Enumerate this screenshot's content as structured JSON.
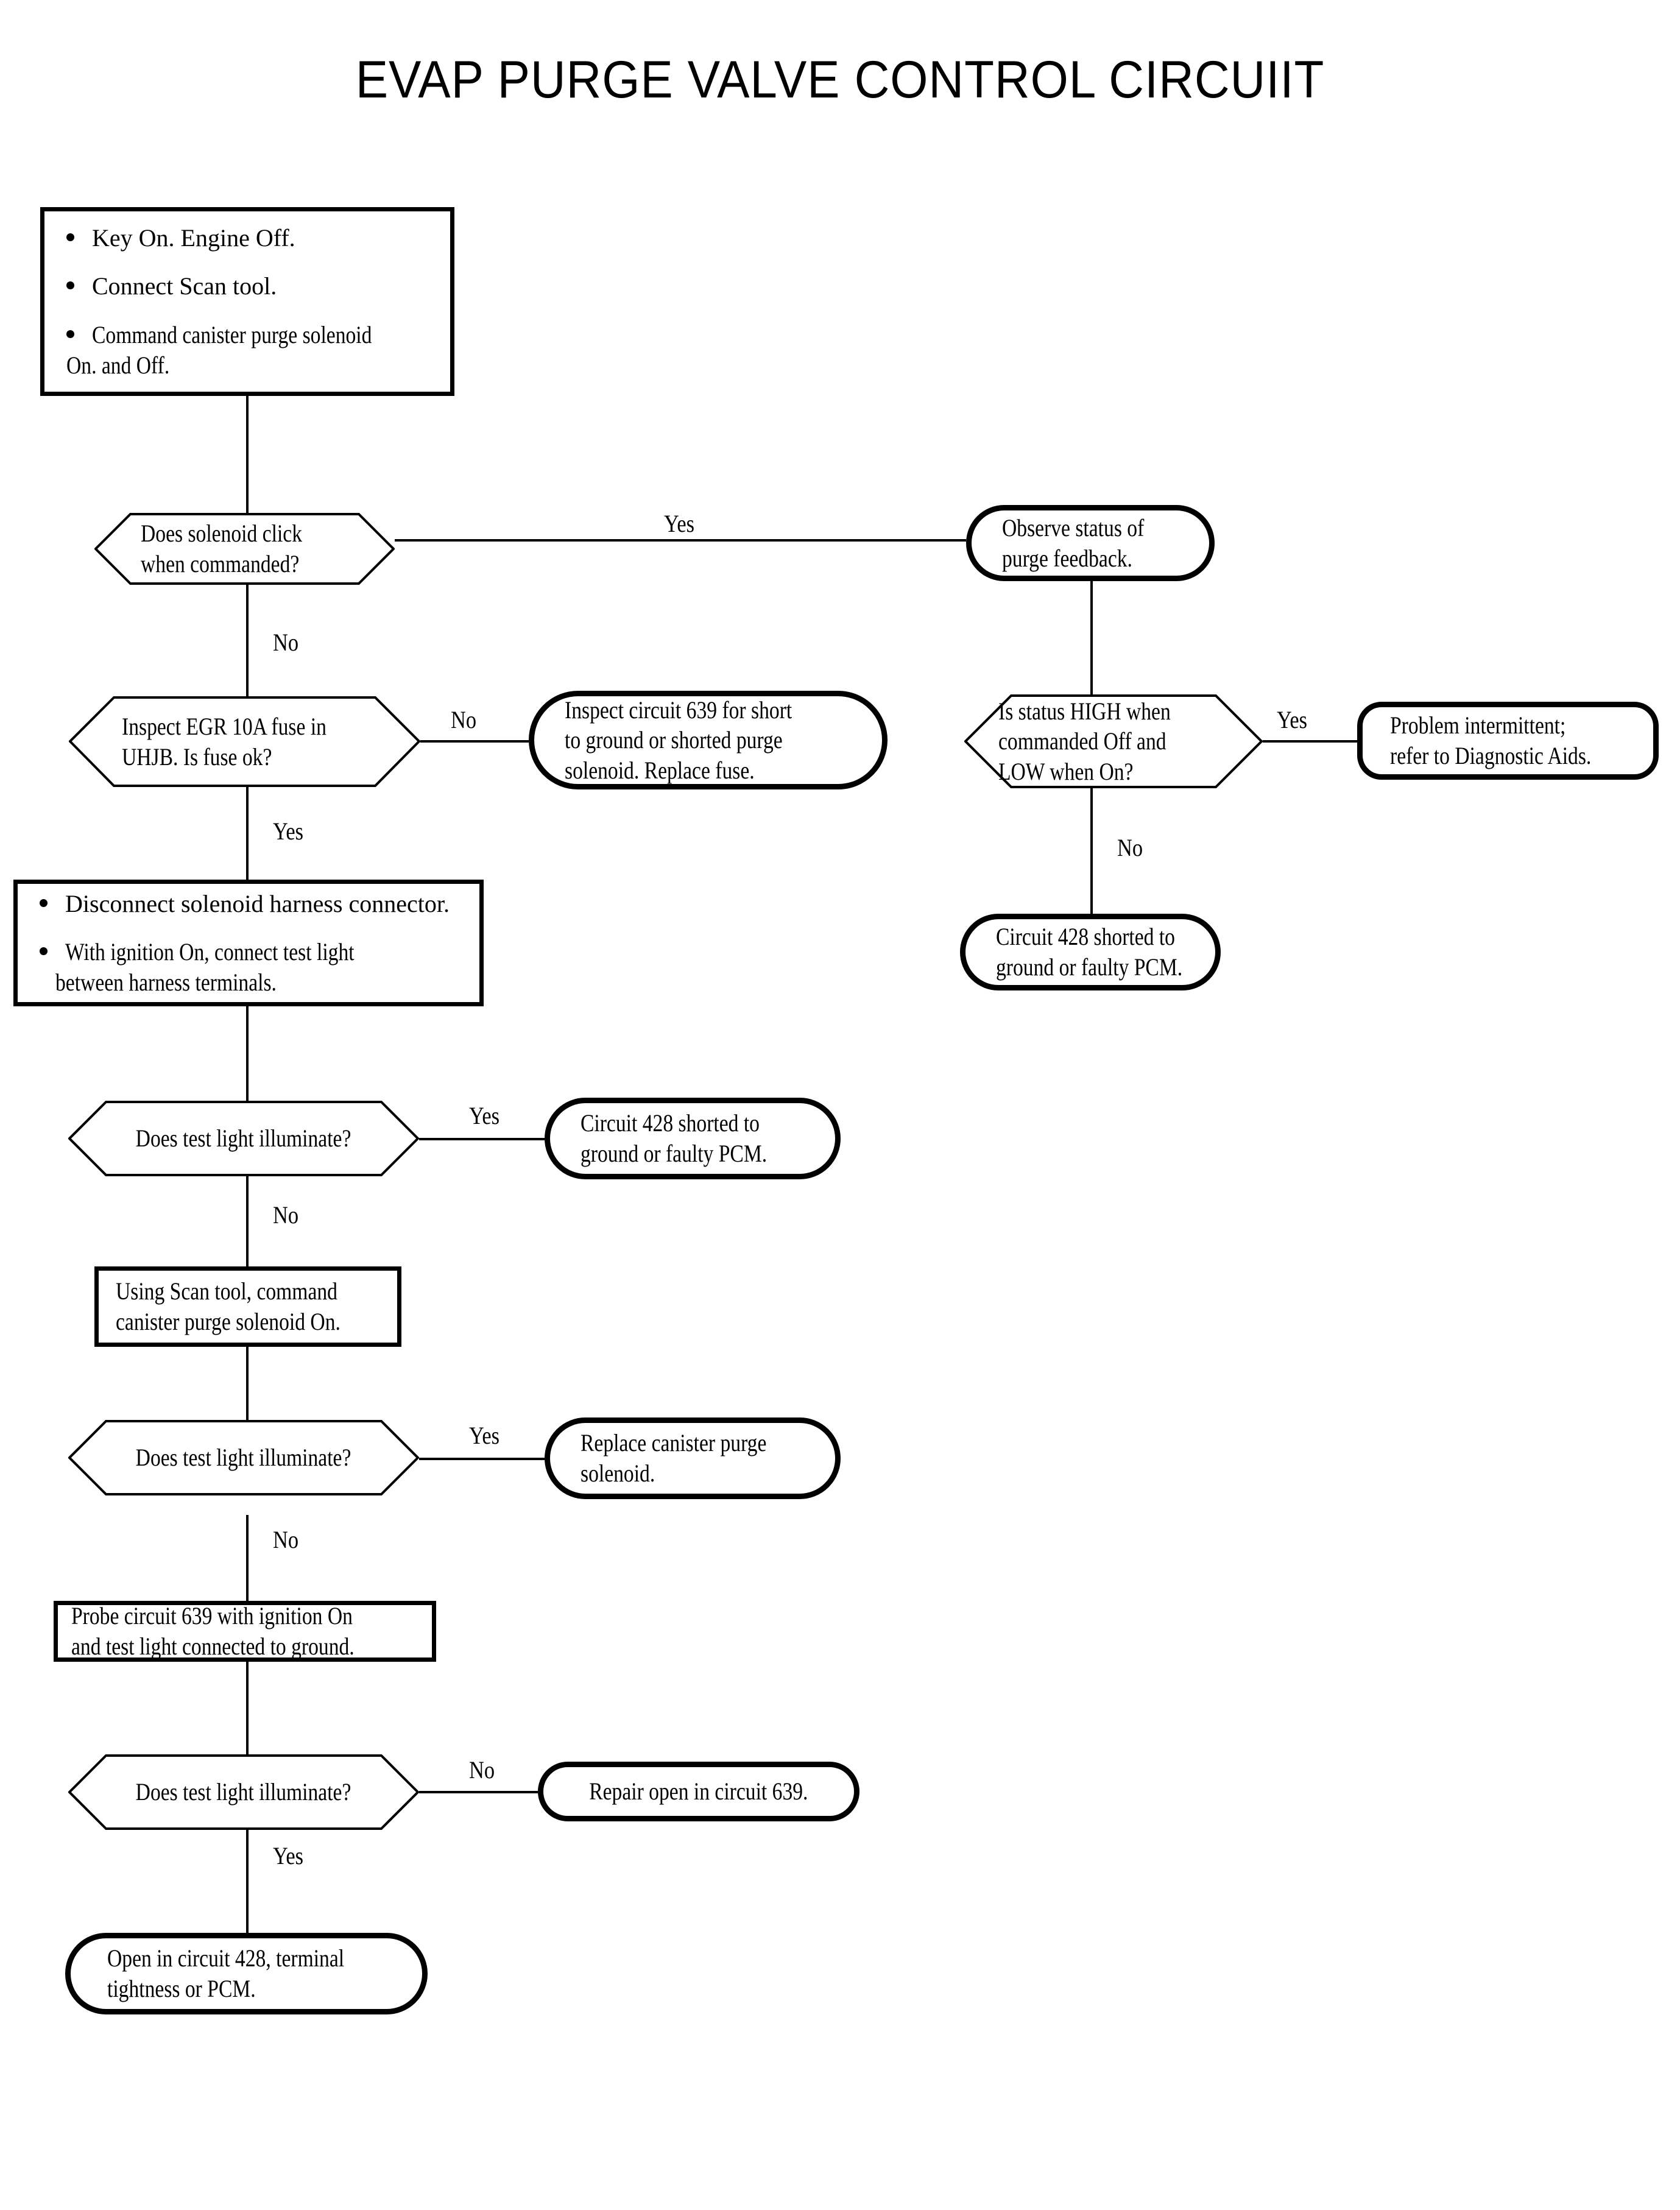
{
  "chart_data": {
    "type": "flowchart",
    "title": "EVAP PURGE VALVE CONTROL CIRCUIIT",
    "orientation": "top-down with right branches",
    "node_shapes": {
      "process": "rectangle",
      "decision": "hexagon",
      "terminal": "rounded-rectangle"
    },
    "nodes": [
      {
        "id": "n1",
        "shape": "process",
        "lines": [
          "Key On. Engine Off.",
          "Connect Scan tool.",
          "Command canister purge solenoid On. and Off."
        ]
      },
      {
        "id": "n2",
        "shape": "decision",
        "lines": [
          "Does solenoid click",
          "when commanded?"
        ]
      },
      {
        "id": "n3",
        "shape": "terminal",
        "lines": [
          "Observe status of",
          "purge feedback."
        ]
      },
      {
        "id": "n4",
        "shape": "decision",
        "lines": [
          "Inspect EGR 10A fuse in",
          "UHJB. Is fuse ok?"
        ]
      },
      {
        "id": "n5",
        "shape": "terminal",
        "lines": [
          "Inspect circuit 639 for short",
          "to ground or shorted purge",
          "solenoid. Replace fuse."
        ]
      },
      {
        "id": "n6",
        "shape": "decision",
        "lines": [
          "Is status HIGH when",
          "commanded Off and",
          "LOW when On?"
        ]
      },
      {
        "id": "n7",
        "shape": "terminal",
        "lines": [
          "Problem intermittent;",
          "refer to Diagnostic Aids."
        ]
      },
      {
        "id": "n8",
        "shape": "terminal",
        "lines": [
          "Circuit 428 shorted to",
          "ground or faulty PCM."
        ]
      },
      {
        "id": "n9",
        "shape": "process",
        "lines": [
          "Disconnect solenoid harness connector.",
          "With ignition On, connect test light between harness terminals."
        ]
      },
      {
        "id": "n10",
        "shape": "decision",
        "lines": [
          "Does test light illuminate?"
        ]
      },
      {
        "id": "n11",
        "shape": "terminal",
        "lines": [
          "Circuit 428 shorted to",
          "ground or faulty PCM."
        ]
      },
      {
        "id": "n12",
        "shape": "process",
        "lines": [
          "Using Scan tool, command",
          "canister purge solenoid On."
        ]
      },
      {
        "id": "n13",
        "shape": "decision",
        "lines": [
          "Does test light illuminate?"
        ]
      },
      {
        "id": "n14",
        "shape": "terminal",
        "lines": [
          "Replace canister purge",
          "solenoid."
        ]
      },
      {
        "id": "n15",
        "shape": "process",
        "lines": [
          "Probe circuit 639 with ignition On",
          "and test light connected to ground."
        ]
      },
      {
        "id": "n16",
        "shape": "decision",
        "lines": [
          "Does test light illuminate?"
        ]
      },
      {
        "id": "n17",
        "shape": "terminal",
        "lines": [
          "Repair open in circuit 639."
        ]
      },
      {
        "id": "n18",
        "shape": "terminal",
        "lines": [
          "Open in circuit 428, terminal",
          "tightness or PCM."
        ]
      }
    ],
    "edges": [
      {
        "from": "n1",
        "to": "n2",
        "label": ""
      },
      {
        "from": "n2",
        "to": "n3",
        "label": "Yes"
      },
      {
        "from": "n2",
        "to": "n4",
        "label": "No"
      },
      {
        "from": "n4",
        "to": "n5",
        "label": "No"
      },
      {
        "from": "n4",
        "to": "n9",
        "label": "Yes"
      },
      {
        "from": "n3",
        "to": "n6",
        "label": ""
      },
      {
        "from": "n6",
        "to": "n7",
        "label": "Yes"
      },
      {
        "from": "n6",
        "to": "n8",
        "label": "No"
      },
      {
        "from": "n9",
        "to": "n10",
        "label": ""
      },
      {
        "from": "n10",
        "to": "n11",
        "label": "Yes"
      },
      {
        "from": "n10",
        "to": "n12",
        "label": "No"
      },
      {
        "from": "n12",
        "to": "n13",
        "label": ""
      },
      {
        "from": "n13",
        "to": "n14",
        "label": "Yes"
      },
      {
        "from": "n13",
        "to": "n15",
        "label": "No"
      },
      {
        "from": "n15",
        "to": "n16",
        "label": ""
      },
      {
        "from": "n16",
        "to": "n17",
        "label": "No"
      },
      {
        "from": "n16",
        "to": "n18",
        "label": "Yes"
      }
    ],
    "colors": {
      "stroke": "#000000",
      "background": "#ffffff",
      "text": "#000000"
    }
  },
  "page": {
    "title": "EVAP PURGE VALVE CONTROL CIRCUIIT"
  },
  "n1": {
    "b1": "Key On. Engine Off.",
    "b2": "Connect Scan tool.",
    "b3a": "Command canister purge solenoid",
    "b3b": "On. and Off."
  },
  "n2": {
    "l1": "Does solenoid click",
    "l2": "when commanded?"
  },
  "n3": {
    "l1": "Observe status of",
    "l2": "purge feedback."
  },
  "n4": {
    "l1": "Inspect EGR 10A fuse in",
    "l2": "UHJB. Is fuse ok?"
  },
  "n5": {
    "l1": "Inspect circuit 639 for short",
    "l2": "to ground or shorted purge",
    "l3": "solenoid. Replace fuse."
  },
  "n6": {
    "l1": "Is status HIGH when",
    "l2": "commanded Off and",
    "l3": "LOW when On?"
  },
  "n7": {
    "l1": "Problem intermittent;",
    "l2": "refer to Diagnostic Aids."
  },
  "n8": {
    "l1": "Circuit 428 shorted to",
    "l2": "ground or faulty PCM."
  },
  "n9": {
    "b1": "Disconnect solenoid harness connector.",
    "b2a": "With ignition On, connect test light",
    "b2b": "between harness terminals."
  },
  "n10": {
    "l1": "Does test light illuminate?"
  },
  "n11": {
    "l1": "Circuit 428 shorted to",
    "l2": "ground or faulty PCM."
  },
  "n12": {
    "l1": "Using Scan tool, command",
    "l2": "canister purge solenoid On."
  },
  "n13": {
    "l1": "Does test light illuminate?"
  },
  "n14": {
    "l1": "Replace canister purge",
    "l2": "solenoid."
  },
  "n15": {
    "l1": "Probe circuit 639 with ignition On",
    "l2": "and test light connected to ground."
  },
  "n16": {
    "l1": "Does test light illuminate?"
  },
  "n17": {
    "l1": "Repair open in circuit 639."
  },
  "n18": {
    "l1": "Open in circuit 428, terminal",
    "l2": "tightness or PCM."
  },
  "labels": {
    "yes_n2": "Yes",
    "no_n2": "No",
    "no_n4": "No",
    "yes_n4": "Yes",
    "yes_n6": "Yes",
    "no_n6": "No",
    "yes_n10": "Yes",
    "no_n10": "No",
    "yes_n13": "Yes",
    "no_n13": "No",
    "no_n16": "No",
    "yes_n16": "Yes"
  }
}
